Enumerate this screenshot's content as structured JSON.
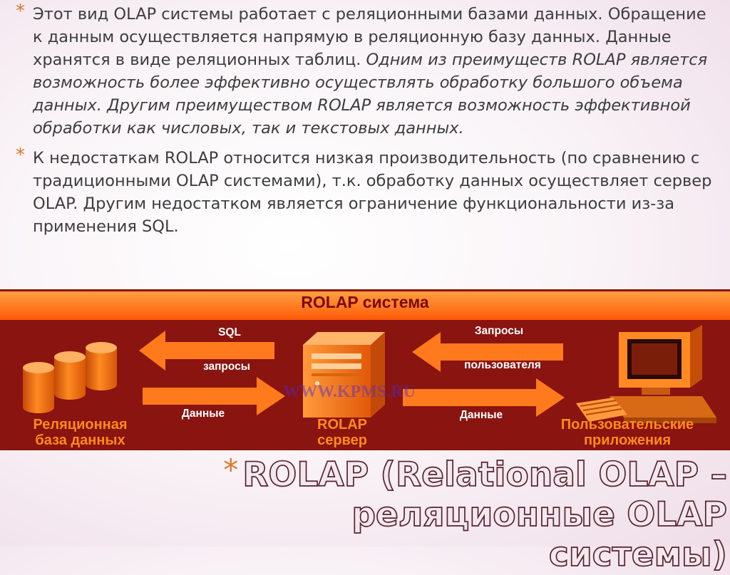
{
  "bullets": [
    {
      "marker": "*",
      "normal": "Этот вид OLAP системы работает с реляционными базами данных. Обращение к данным осуществляется напрямую в реляционную базу данных. Данные хранятся в виде реляционных таблиц. ",
      "italic": "Одним из преимуществ ROLAP является возможность более эффективно осуществлять обработку большого объема данных. Другим преимуществом ROLAP является возможность эффективной обработки как числовых, так и текстовых данных."
    },
    {
      "marker": "*",
      "normal": "К недостаткам ROLAP относится низкая производительность (по сравнению с традиционными OLAP системами), т.к. обработку данных осуществляет сервер OLAP. Другим недостатком является ограничение функциональности из-за применения SQL.",
      "italic": ""
    }
  ],
  "diagram": {
    "banner": "ROLAP система",
    "sql_label": "SQL",
    "queries_label": "запросы",
    "data_label_left": "Данные",
    "user_queries_line1": "Запросы",
    "user_queries_line2": "пользователя",
    "data_label_right": "Данные",
    "db_label_line1": "Реляционная",
    "db_label_line2": "база данных",
    "server_label_line1": "ROLAP",
    "server_label_line2": "сервер",
    "apps_label_line1": "Пользовательские",
    "apps_label_line2": "приложения",
    "watermark": "WWW.KPMS.RU",
    "colors": {
      "background": "#8a1410",
      "banner": "#ff6a14",
      "arrow": "#ff7a1c",
      "label_orange": "#ff8a1a"
    }
  },
  "title": {
    "marker": "*",
    "line1": "ROLAP (Relational OLAP –",
    "line2": "реляционные OLAP системы)"
  }
}
